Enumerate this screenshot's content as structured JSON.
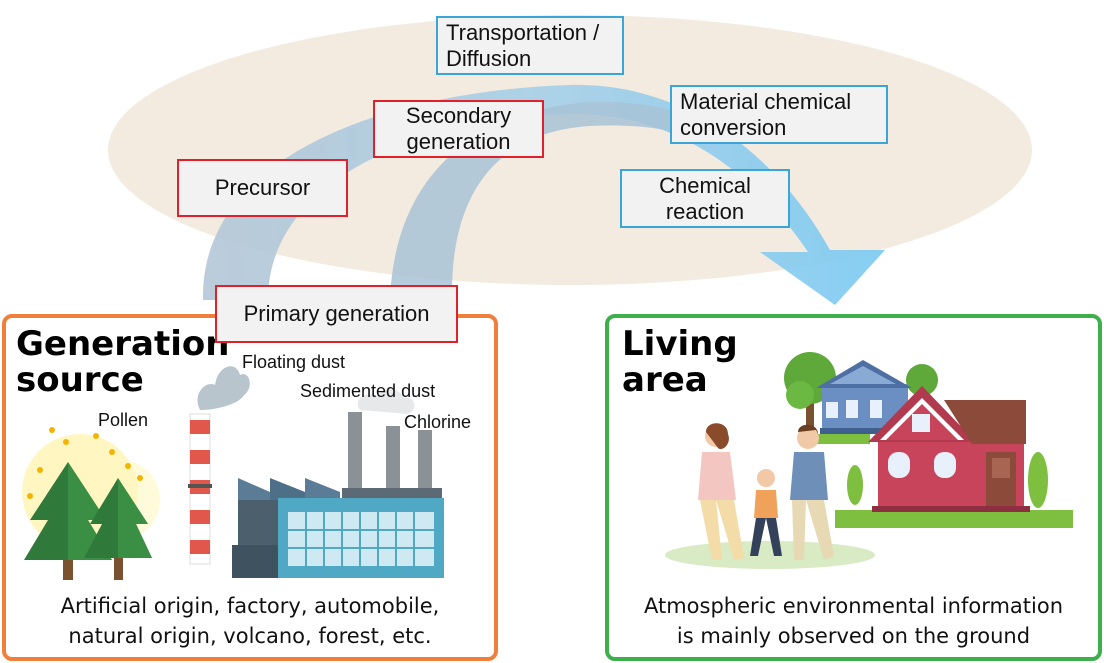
{
  "cycle_labels": {
    "transportation": "Transportation /\nDiffusion",
    "secondary": "Secondary\ngeneration",
    "material": "Material chemical\nconversion",
    "precursor": "Precursor",
    "chemical": "Chemical\nreaction",
    "primary": "Primary generation"
  },
  "generation_source": {
    "heading": "Generation\nsource",
    "pollen": "Pollen",
    "floating_dust": "Floating dust",
    "sedimented_dust": "Sedimented dust",
    "chlorine": "Chlorine",
    "caption": "Artificial origin, factory, automobile,\nnatural origin, volcano, forest, etc."
  },
  "living_area": {
    "heading": "Living\narea",
    "caption": "Atmospheric environmental information\nis mainly observed on the ground"
  },
  "colors": {
    "red_border": "#e0202a",
    "blue_border": "#3aa6d8",
    "orange_panel": "#f07f3c",
    "green_panel": "#3db04b",
    "ellipse": "#f3ebdf",
    "arrow": "#8fd3f5"
  }
}
